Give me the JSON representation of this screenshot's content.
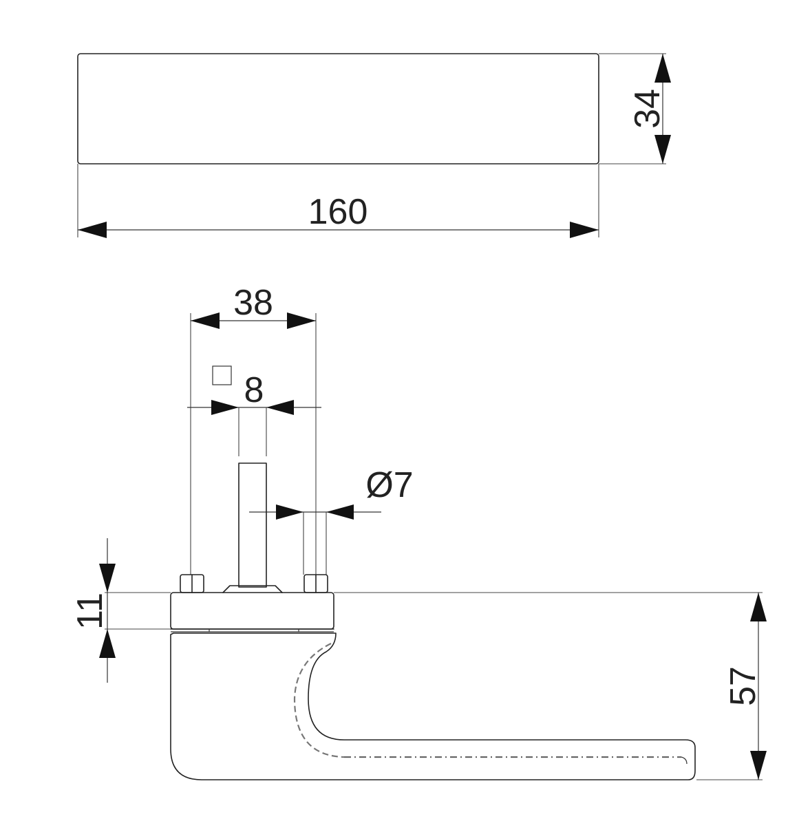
{
  "dimensions": {
    "top_view_length": "160",
    "top_view_width": "34",
    "rose_spacing": "38",
    "spindle_square_size": "8",
    "screw_diameter": "Ø7",
    "rose_thickness": "11",
    "handle_projection": "57"
  },
  "icons": {
    "square_symbol": "square-section-icon"
  }
}
